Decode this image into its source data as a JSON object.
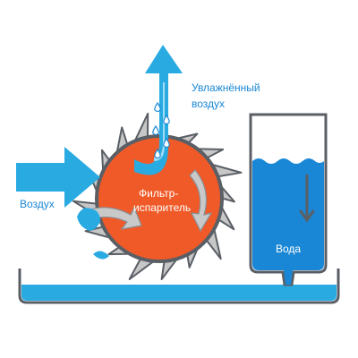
{
  "labels": {
    "humid_air_line1": "Увлажнённый",
    "humid_air_line2": "воздух",
    "air_in": "Воздух",
    "filter_line1": "Фильтр-",
    "filter_line2": "испаритель",
    "water": "Вода"
  },
  "colors": {
    "blue": "#29abe2",
    "blue_light": "#9fdcf5",
    "water": "#1a87d6",
    "filter": "#f05a28",
    "outline": "#5a5f66",
    "label_blue": "#1a87d6",
    "label_white": "#ffffff"
  }
}
